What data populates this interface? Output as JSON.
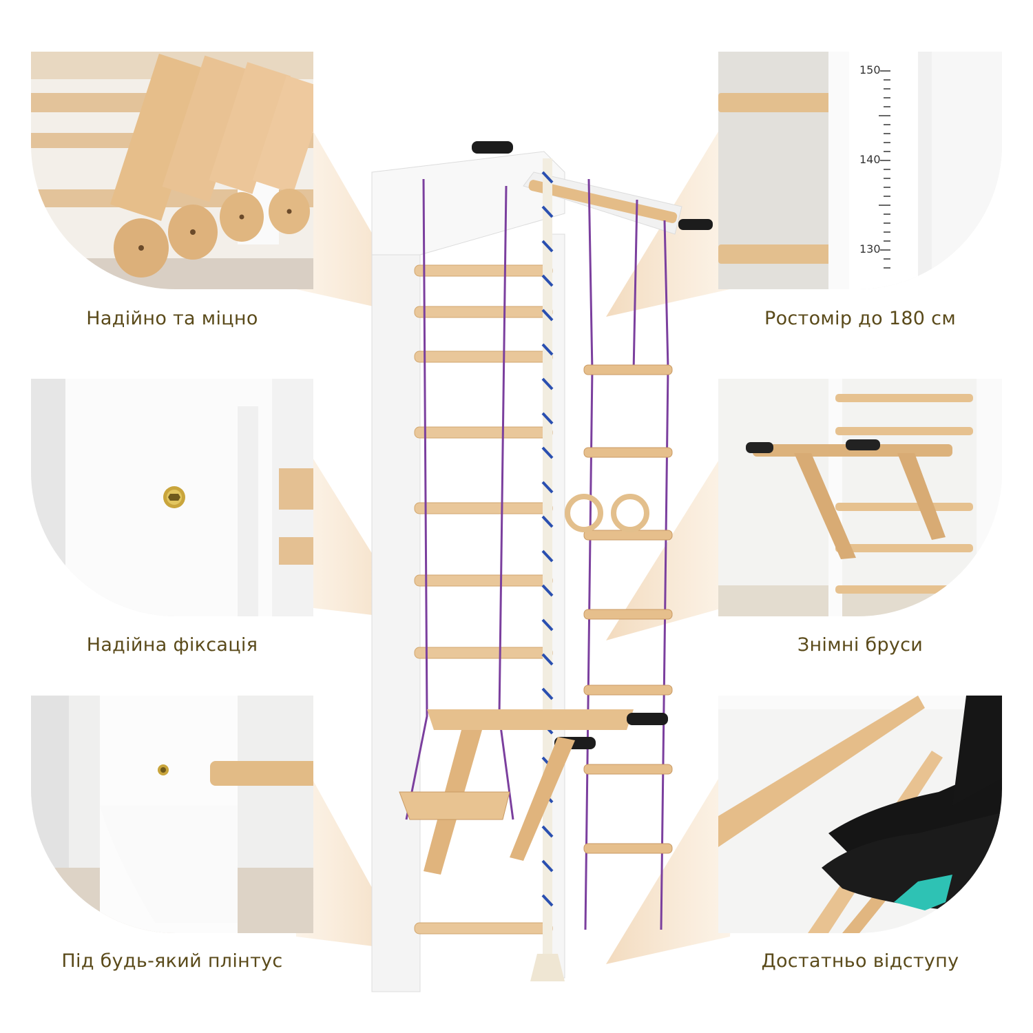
{
  "colors": {
    "caption_text": "#5a4a1a",
    "funnel_tint": "#f6e3cd",
    "wood": "#e9c79a",
    "wood_dark": "#c99a63",
    "white_frame": "#f7f7f7",
    "rope_purple": "#7b3f9e",
    "rope_blue": "#2a4fb0"
  },
  "features": [
    {
      "caption": "Надійно та міцно"
    },
    {
      "caption": "Ростомір до 180 см",
      "ruler_ticks": [
        "150",
        "140",
        "130"
      ]
    },
    {
      "caption": "Надійна фіксація"
    },
    {
      "caption": "Знімні бруси"
    },
    {
      "caption": "Під будь-який плінтус"
    },
    {
      "caption": "Достатньо відступу"
    }
  ]
}
